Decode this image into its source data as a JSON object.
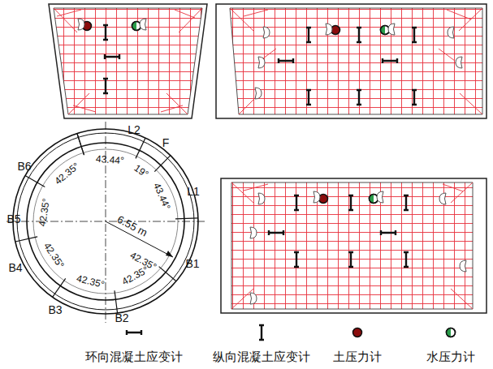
{
  "diagram": {
    "labels": [
      "L2",
      "F",
      "L1",
      "B1",
      "B2",
      "B3",
      "B4",
      "B5",
      "B6",
      "43.44°",
      "19°",
      "43.44°",
      "42.35°",
      "42.35°",
      "42.35°",
      "42.35°",
      "42.35°",
      "42.35°",
      "6.55 m"
    ],
    "legend": [
      {
        "text": "环向混凝土应变计"
      },
      {
        "text": "纵向混凝土应变计"
      },
      {
        "text": "土压力计"
      },
      {
        "text": "水压力计"
      }
    ]
  }
}
